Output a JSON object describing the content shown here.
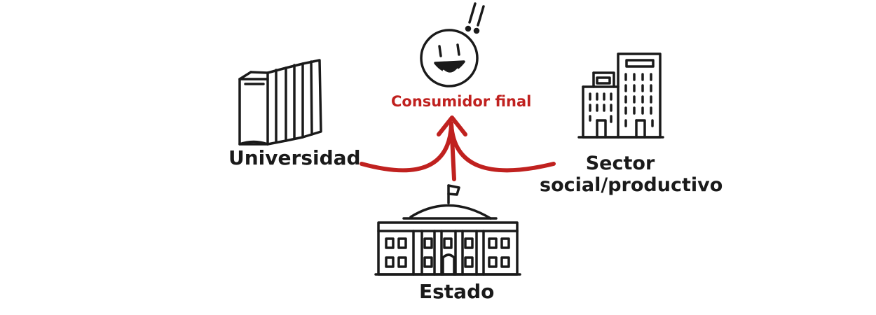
{
  "colors": {
    "ink": "#1a1a1a",
    "accent": "#c0211f",
    "background": "#ffffff"
  },
  "icons": {
    "books": "books-icon",
    "smiley": "smiley-face-icon",
    "exclamation": "exclamation-marks-icon",
    "buildings": "office-buildings-icon",
    "government": "government-building-icon"
  },
  "labels": {
    "universidad": "Universidad",
    "consumidor": "Consumidor final",
    "sector_line1": "Sector",
    "sector_line2": "social/productivo",
    "estado": "Estado"
  }
}
